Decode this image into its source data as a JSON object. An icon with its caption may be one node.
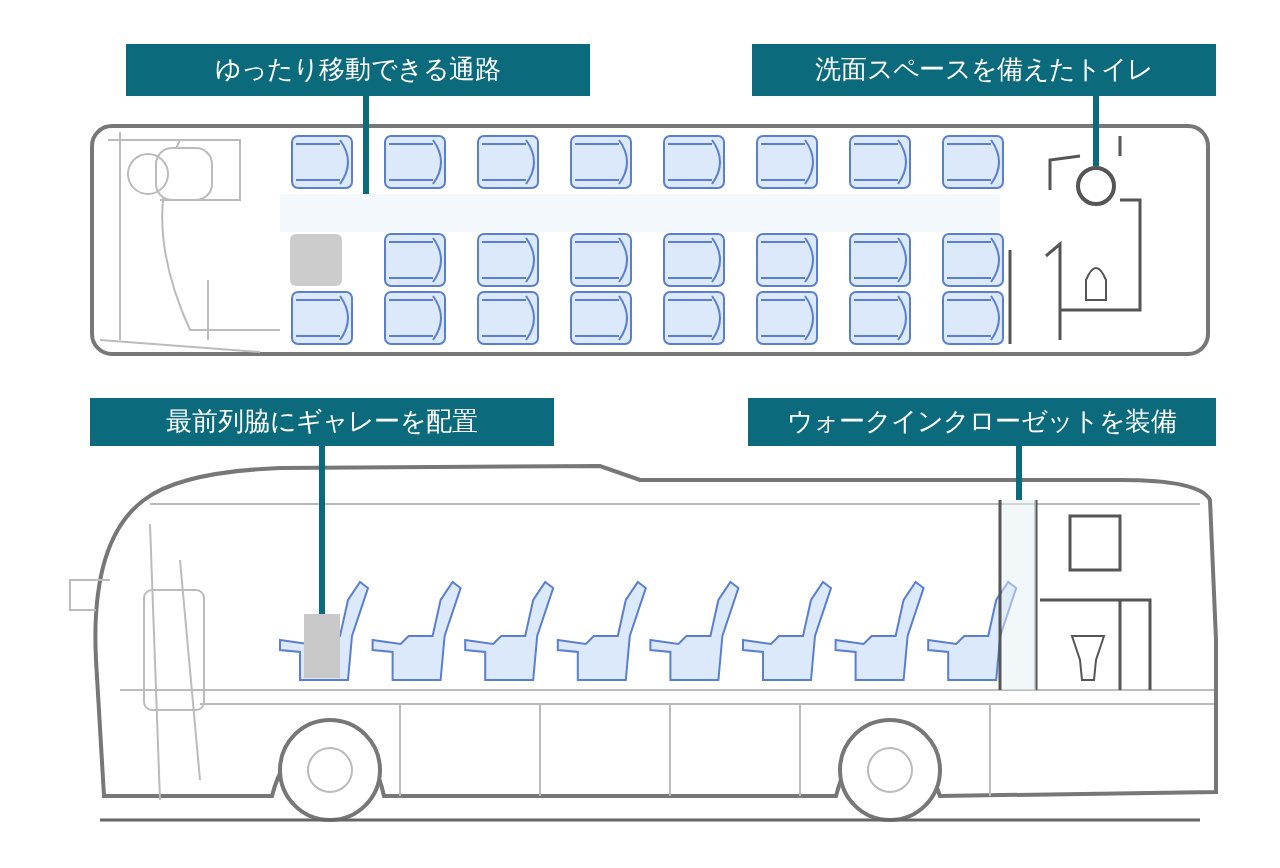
{
  "diagram": {
    "nodes": [
      {
        "text": [
          "ゆったり移動できる通路"
        ]
      },
      {
        "text": [
          "洗面スペースを備えたトイレ"
        ]
      },
      {
        "text": [
          "最前列脇にギャレーを配置"
        ]
      },
      {
        "text": [
          "ウォークインクローゼットを装備"
        ]
      },
      {
        "text": [],
        "shape": "box"
      },
      {
        "text": [],
        "shape": "circle"
      },
      {
        "text": [],
        "shape": "box"
      },
      {
        "text": [],
        "shape": "box"
      }
    ],
    "edges": [
      {
        "from": 0,
        "to": 4,
        "arrow": "none"
      },
      {
        "from": 1,
        "to": 5,
        "arrow": "none"
      },
      {
        "from": 2,
        "to": 6,
        "arrow": "none"
      },
      {
        "from": 3,
        "to": 7,
        "arrow": "none"
      }
    ]
  }
}
